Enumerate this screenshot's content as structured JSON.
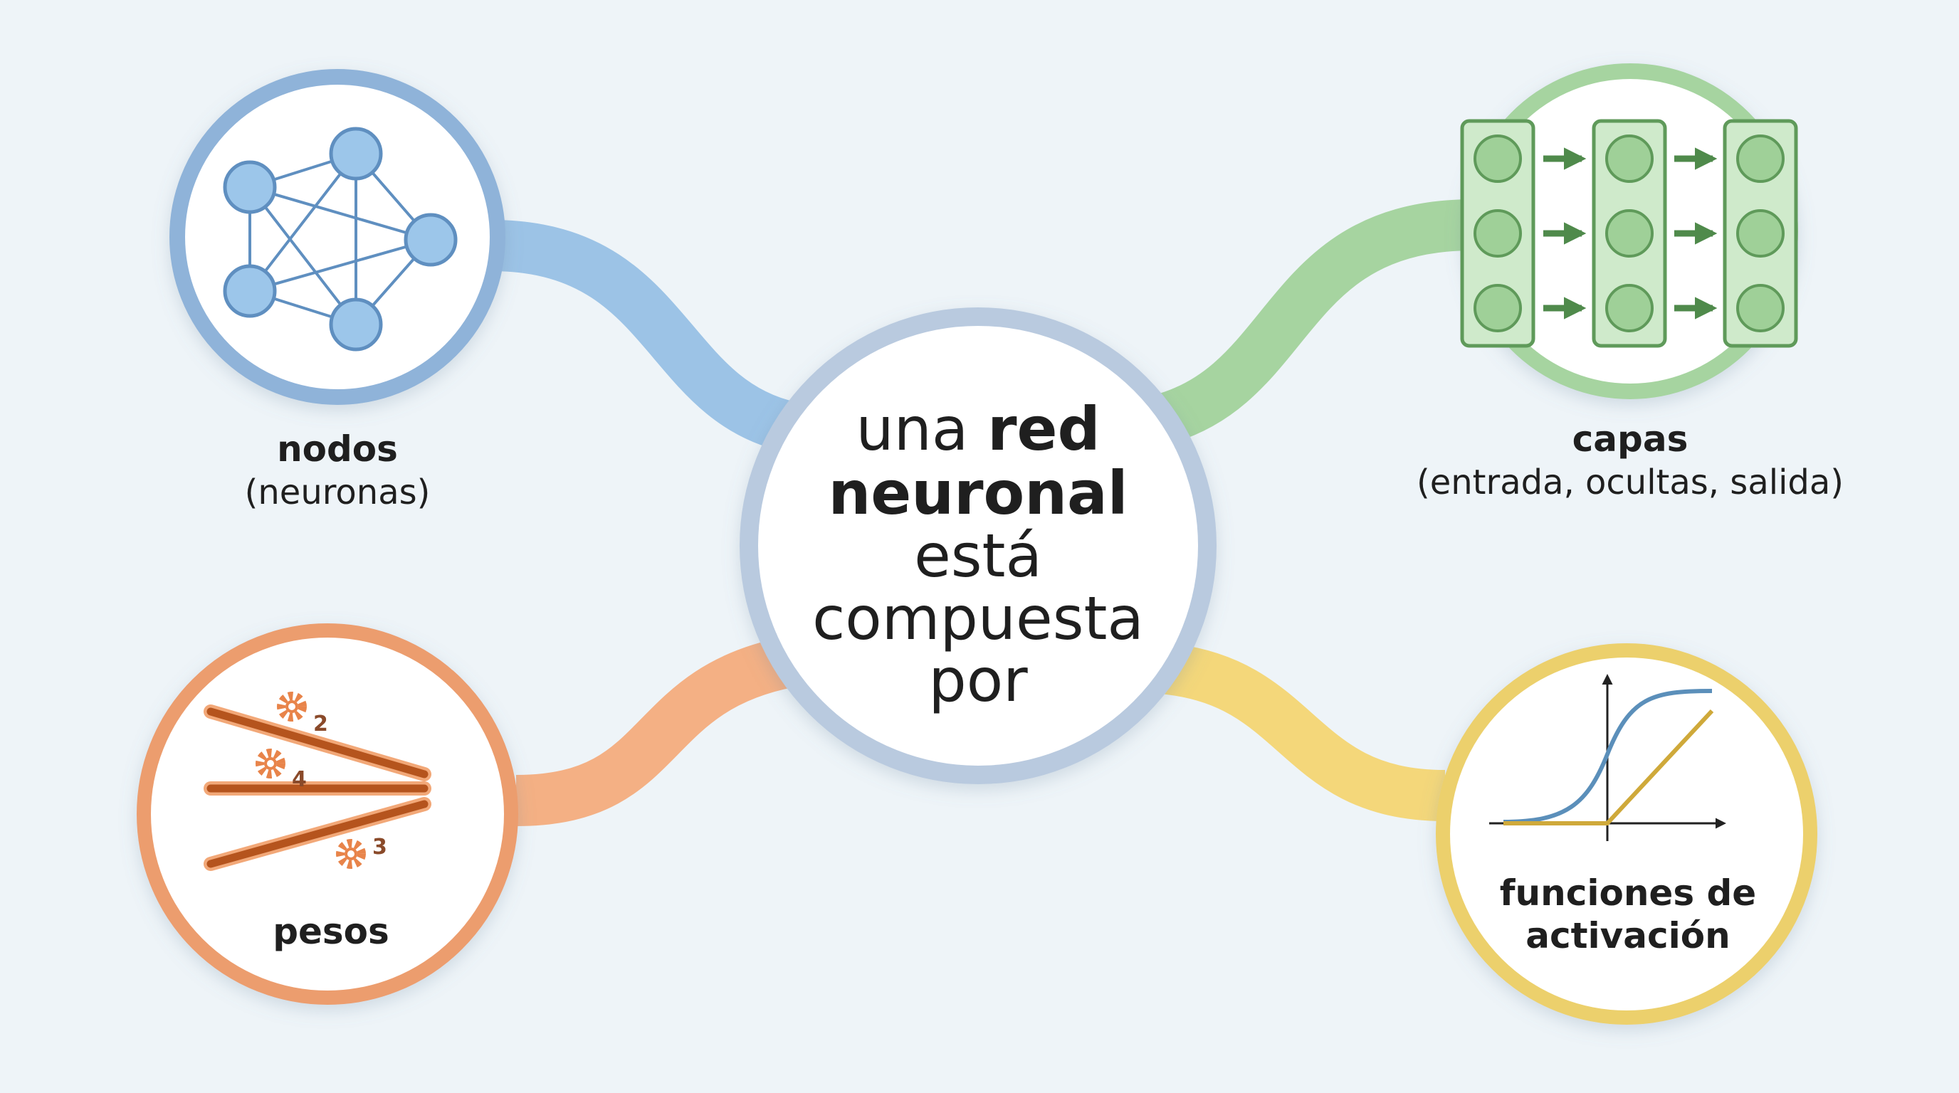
{
  "center": {
    "line1_normal": "una ",
    "line1_bold": "red",
    "line2_bold": "neuronal",
    "line3": "está",
    "line4": "compuesta",
    "line5": "por"
  },
  "branches": {
    "nodos": {
      "title": "nodos",
      "subtitle": "(neuronas)",
      "color": "#8fb8e0"
    },
    "capas": {
      "title": "capas",
      "subtitle": "(entrada, ocultas, salida)",
      "color": "#a3d39c"
    },
    "pesos": {
      "title": "pesos",
      "weights": [
        "2",
        "4",
        "3"
      ],
      "color": "#f2a878"
    },
    "funciones": {
      "title_line1": "funciones de",
      "title_line2": "activación",
      "color": "#f1d36e"
    }
  }
}
